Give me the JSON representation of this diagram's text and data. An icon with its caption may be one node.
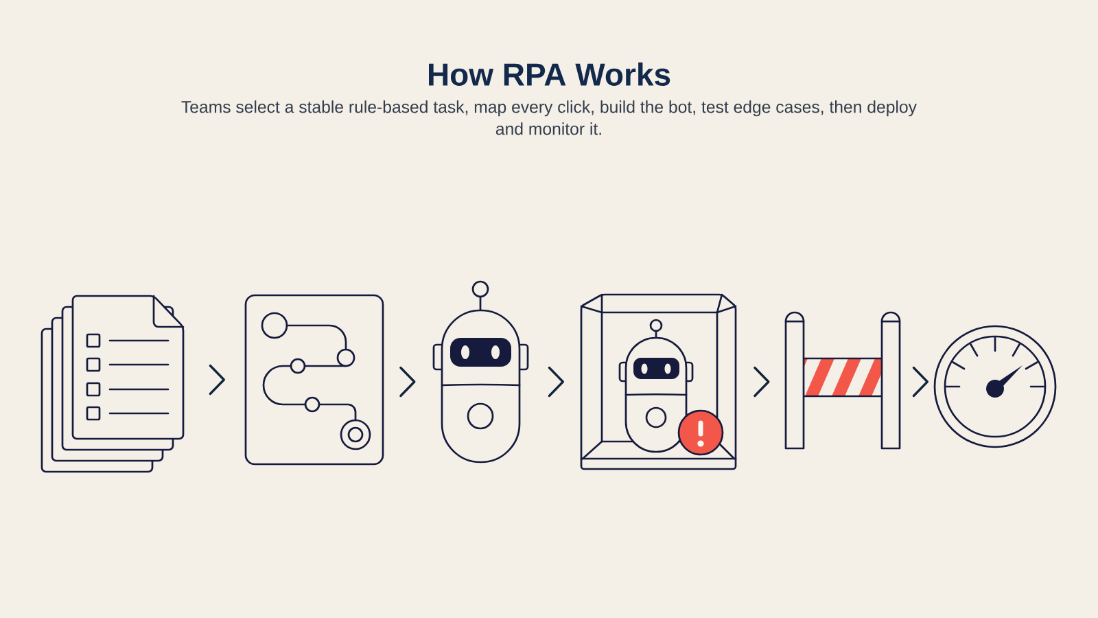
{
  "diagram": {
    "title": "How RPA Works",
    "caption": "Teams select a stable rule-based task, map every click, build the bot, test edge cases, then deploy and monitor it.",
    "nodes": [
      {
        "text": [],
        "shape": "picture"
      },
      {
        "text": [],
        "shape": "picture"
      },
      {
        "text": [],
        "shape": "picture"
      },
      {
        "text": [],
        "shape": "picture"
      },
      {
        "text": [],
        "shape": "picture"
      },
      {
        "text": [],
        "shape": "picture"
      }
    ],
    "edges": [
      {
        "from": 0,
        "to": 1,
        "arrow": "to"
      },
      {
        "from": 1,
        "to": 2,
        "arrow": "to"
      },
      {
        "from": 2,
        "to": 3,
        "arrow": "to"
      },
      {
        "from": 3,
        "to": 4,
        "arrow": "to"
      },
      {
        "from": 4,
        "to": 5,
        "arrow": "to"
      }
    ]
  }
}
